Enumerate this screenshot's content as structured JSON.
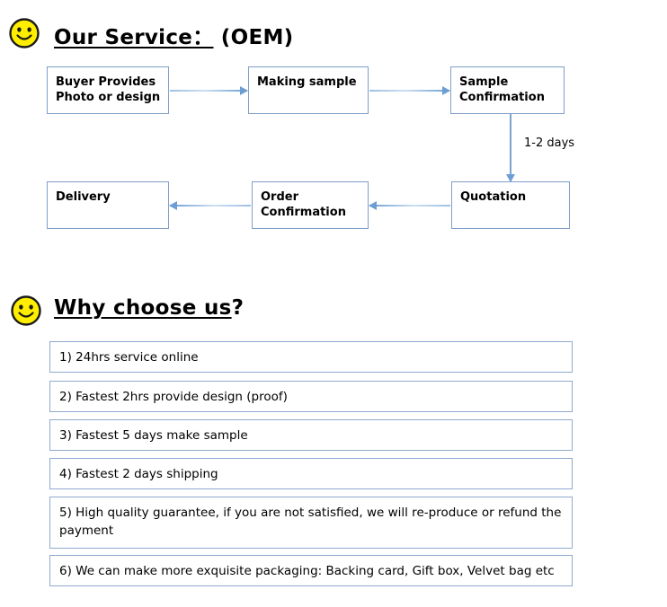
{
  "sections": {
    "service": {
      "icon": "smiley-face-icon",
      "title_underlined": "Our Service：",
      "title_tail": " (OEM)",
      "flow": {
        "nodes": [
          {
            "id": "buyer-provides",
            "label": "Buyer Provides\nPhoto or design"
          },
          {
            "id": "making-sample",
            "label": "Making sample"
          },
          {
            "id": "sample-confirmation",
            "label": "Sample\nConfirmation"
          },
          {
            "id": "quotation",
            "label": "Quotation"
          },
          {
            "id": "order-confirmation",
            "label": "Order\nConfirmation"
          },
          {
            "id": "delivery",
            "label": "Delivery"
          }
        ],
        "edges": [
          {
            "from": "buyer-provides",
            "to": "making-sample",
            "label": ""
          },
          {
            "from": "making-sample",
            "to": "sample-confirmation",
            "label": ""
          },
          {
            "from": "sample-confirmation",
            "to": "quotation",
            "label": "1-2 days"
          },
          {
            "from": "quotation",
            "to": "order-confirmation",
            "label": ""
          },
          {
            "from": "order-confirmation",
            "to": "delivery",
            "label": ""
          }
        ]
      }
    },
    "why": {
      "icon": "smiley-face-icon",
      "title_underlined": "Why choose us",
      "title_tail": "?",
      "reasons": [
        "1) 24hrs service online",
        "2) Fastest 2hrs provide design (proof)",
        "3) Fastest 5 days make sample",
        "4) Fastest 2 days shipping",
        "5) High quality guarantee, if you are not satisfied, we will re-produce or refund the payment",
        "6) We can make more exquisite packaging: Backing card, Gift box, Velvet bag etc"
      ]
    }
  },
  "colors": {
    "smiley_fill": "#ffee00",
    "smiley_stroke": "#1a1a1a",
    "box_border": "#7f9fc9",
    "arrow": "#6d9ed3",
    "reason_border": "#8fa9cf",
    "text": "#000000",
    "background": "#ffffff"
  }
}
